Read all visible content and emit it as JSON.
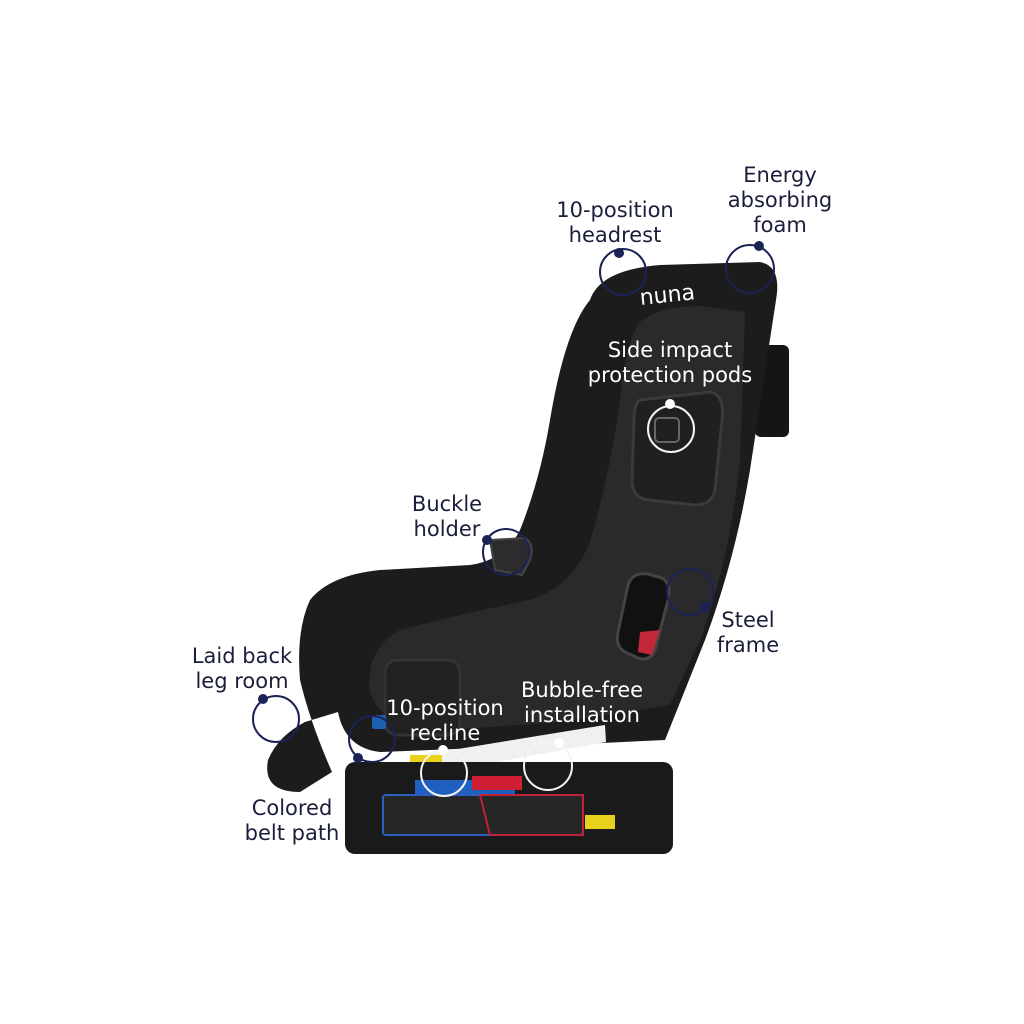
{
  "brand": "nuna",
  "colors": {
    "label_dark": "#1b1e3a",
    "callout_dark": "#1b2255",
    "label_light": "#ffffff",
    "seat": "#1c1c1c"
  },
  "features": {
    "headrest": [
      "10-position",
      "headrest"
    ],
    "foam": [
      "Energy",
      "absorbing",
      "foam"
    ],
    "side_impact": [
      "Side impact",
      "protection pods"
    ],
    "buckle": [
      "Buckle",
      "holder"
    ],
    "steel": [
      "Steel",
      "frame"
    ],
    "leg_room": [
      "Laid back",
      "leg room"
    ],
    "recline": [
      "10-position",
      "recline"
    ],
    "bubble": [
      "Bubble-free",
      "installation"
    ],
    "belt_path": [
      "Colored",
      "belt path"
    ]
  }
}
